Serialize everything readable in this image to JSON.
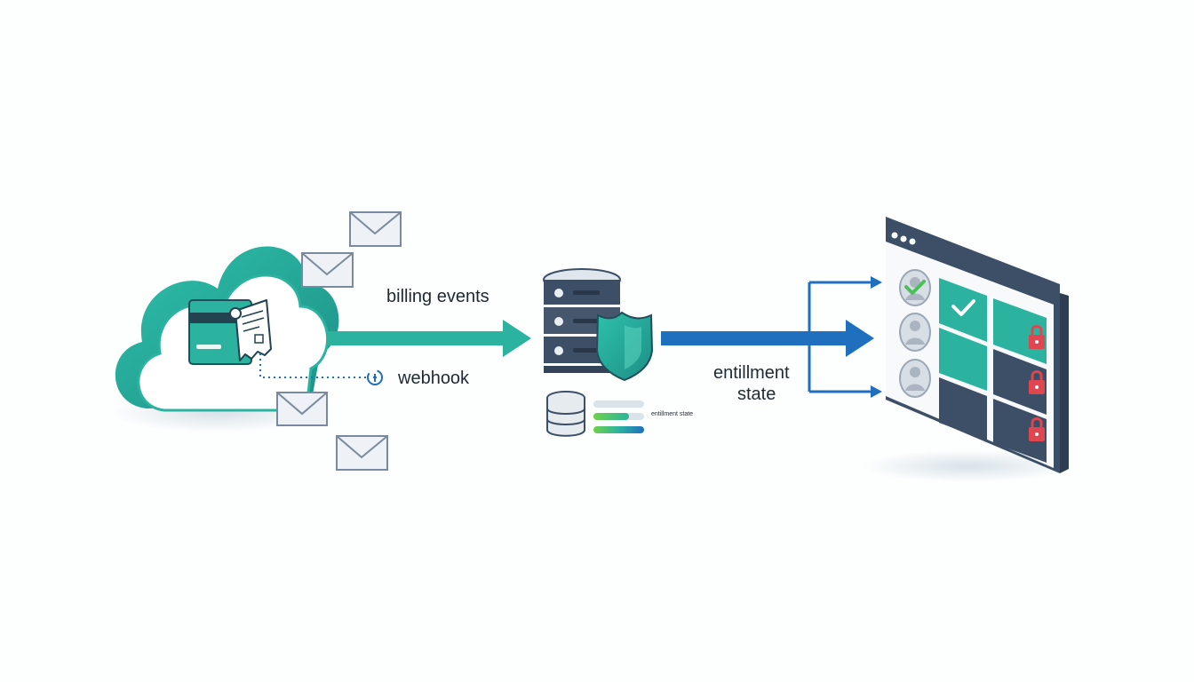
{
  "labels": {
    "billing_events": "billing events",
    "webhook": "webhook",
    "entitlement_line1": "entillment",
    "entitlement_line2": "state",
    "db_caption": "entillment state"
  },
  "icons": {
    "cloud": "cloud-icon",
    "credit_card": "credit-card-icon",
    "receipt": "receipt-icon",
    "envelope": "envelope-icon",
    "server": "server-icon",
    "shield": "shield-icon",
    "database": "database-icon",
    "browser_window": "browser-window-icon",
    "avatar": "avatar-icon",
    "check": "check-icon",
    "lock": "lock-icon"
  },
  "colors": {
    "teal": "#2bb3a0",
    "dark_teal": "#1f8f86",
    "navy": "#3d4f66",
    "blue": "#1f6fbf",
    "red_lock": "#e0464f",
    "green_check": "#4cbf5a"
  }
}
